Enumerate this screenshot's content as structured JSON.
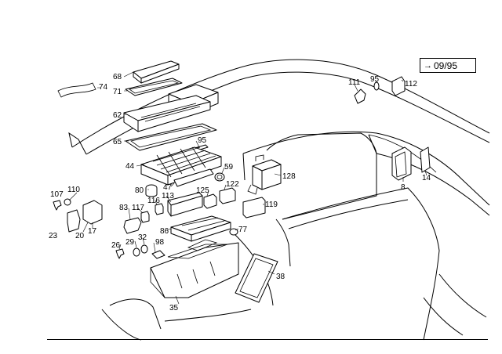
{
  "badge": {
    "arrow": "→",
    "text": "09/95"
  },
  "callouts": [
    {
      "id": "c68",
      "text": "68"
    },
    {
      "id": "c71",
      "text": "71"
    },
    {
      "id": "c74",
      "text": "74"
    },
    {
      "id": "c62",
      "text": "62"
    },
    {
      "id": "c65",
      "text": "65"
    },
    {
      "id": "c95a",
      "text": "95"
    },
    {
      "id": "c44",
      "text": "44"
    },
    {
      "id": "c59",
      "text": "59"
    },
    {
      "id": "c128",
      "text": "128"
    },
    {
      "id": "c107",
      "text": "107"
    },
    {
      "id": "c110",
      "text": "110"
    },
    {
      "id": "c80",
      "text": "80"
    },
    {
      "id": "c47",
      "text": "47"
    },
    {
      "id": "c125",
      "text": "125"
    },
    {
      "id": "c122",
      "text": "122"
    },
    {
      "id": "c116",
      "text": "116"
    },
    {
      "id": "c113",
      "text": "113"
    },
    {
      "id": "c119",
      "text": "119"
    },
    {
      "id": "c83",
      "text": "83"
    },
    {
      "id": "c117",
      "text": "117"
    },
    {
      "id": "c23",
      "text": "23"
    },
    {
      "id": "c20",
      "text": "20"
    },
    {
      "id": "c17",
      "text": "17"
    },
    {
      "id": "c86",
      "text": "86"
    },
    {
      "id": "c77",
      "text": "77"
    },
    {
      "id": "c29",
      "text": "29"
    },
    {
      "id": "c32",
      "text": "32"
    },
    {
      "id": "c26",
      "text": "26"
    },
    {
      "id": "c98",
      "text": "98"
    },
    {
      "id": "c38",
      "text": "38"
    },
    {
      "id": "c35",
      "text": "35"
    },
    {
      "id": "c111",
      "text": "111"
    },
    {
      "id": "c95b",
      "text": "95"
    },
    {
      "id": "c112",
      "text": "112"
    },
    {
      "id": "c8",
      "text": "8"
    },
    {
      "id": "c14",
      "text": "14"
    }
  ]
}
